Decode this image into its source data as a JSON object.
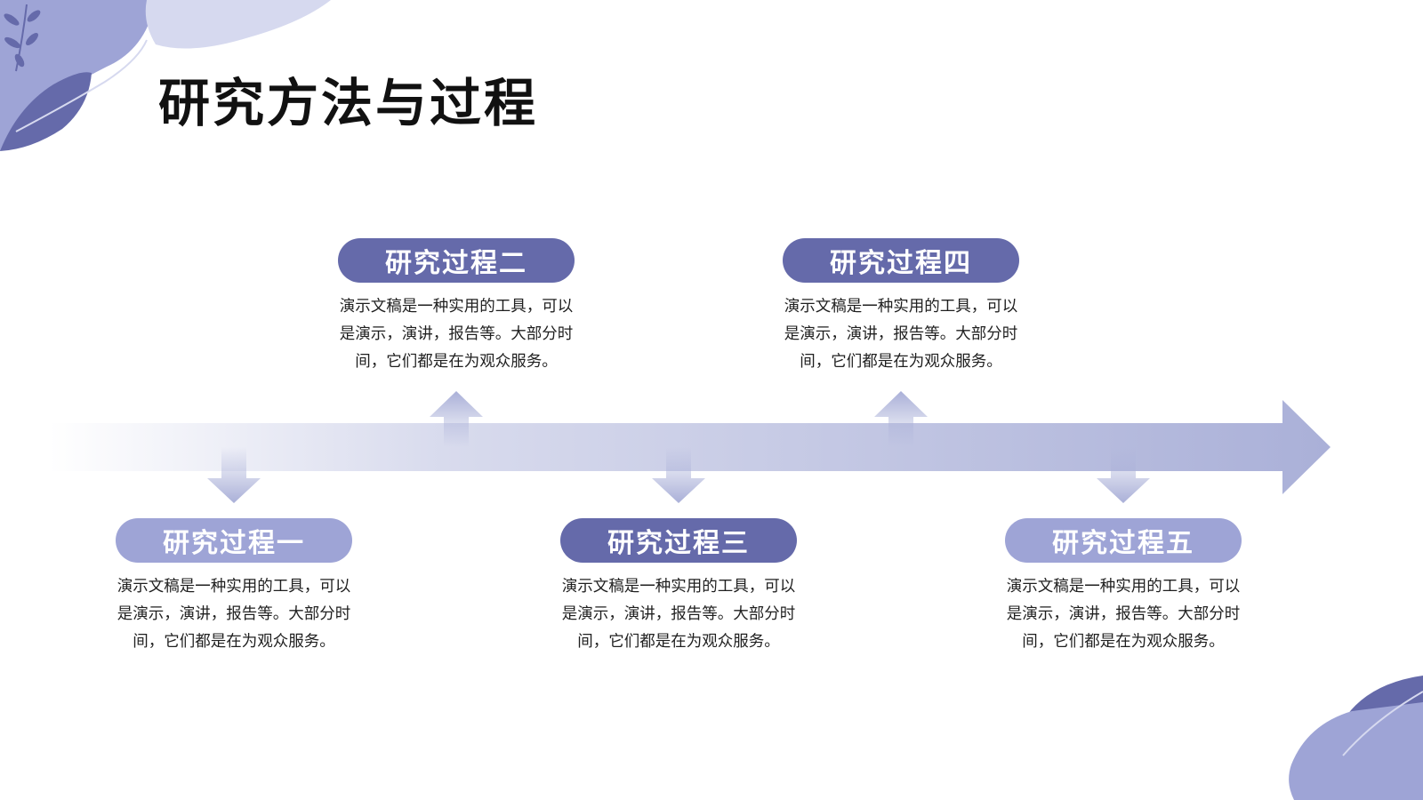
{
  "title": "研究方法与过程",
  "colors": {
    "dark": "#656aaa",
    "light": "#9ea4d6",
    "arrow": "#aab0d8"
  },
  "steps": [
    {
      "label": "研究过程一",
      "desc": [
        "演示文稿是一种实用的工具，可以",
        "是演示，演讲，报告等。大部分时",
        "间，它们都是在为观众服务。"
      ]
    },
    {
      "label": "研究过程二",
      "desc": [
        "演示文稿是一种实用的工具，可以",
        "是演示，演讲，报告等。大部分时",
        "间，它们都是在为观众服务。"
      ]
    },
    {
      "label": "研究过程三",
      "desc": [
        "演示文稿是一种实用的工具，可以",
        "是演示，演讲，报告等。大部分时",
        "间，它们都是在为观众服务。"
      ]
    },
    {
      "label": "研究过程四",
      "desc": [
        "演示文稿是一种实用的工具，可以",
        "是演示，演讲，报告等。大部分时",
        "间，它们都是在为观众服务。"
      ]
    },
    {
      "label": "研究过程五",
      "desc": [
        "演示文稿是一种实用的工具，可以",
        "是演示，演讲，报告等。大部分时",
        "间，它们都是在为观众服务。"
      ]
    }
  ]
}
